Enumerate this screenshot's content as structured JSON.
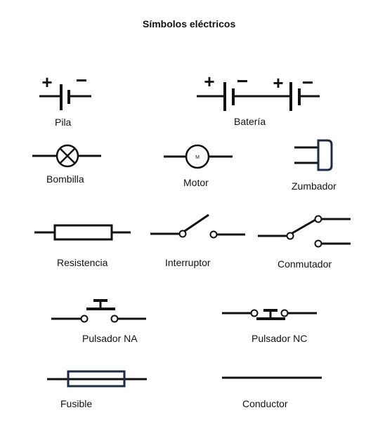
{
  "title": "Símbolos eléctricos",
  "symbols": {
    "pila": {
      "label": "Pila",
      "plus": "+",
      "minus": "−"
    },
    "bateria": {
      "label": "Batería",
      "plus": "+",
      "minus": "−"
    },
    "bombilla": {
      "label": "Bombilla"
    },
    "motor": {
      "label": "Motor",
      "letter": "M"
    },
    "zumbador": {
      "label": "Zumbador"
    },
    "resistencia": {
      "label": "Resistencia"
    },
    "interruptor": {
      "label": "Interruptor"
    },
    "conmutador": {
      "label": "Conmutador"
    },
    "pulsador_na": {
      "label": "Pulsador NA"
    },
    "pulsador_nc": {
      "label": "Pulsador NC"
    },
    "fusible": {
      "label": "Fusible"
    },
    "conductor": {
      "label": "Conductor"
    }
  },
  "colors": {
    "line": "#111111",
    "accent": "#1f2a44",
    "background": "#ffffff"
  }
}
